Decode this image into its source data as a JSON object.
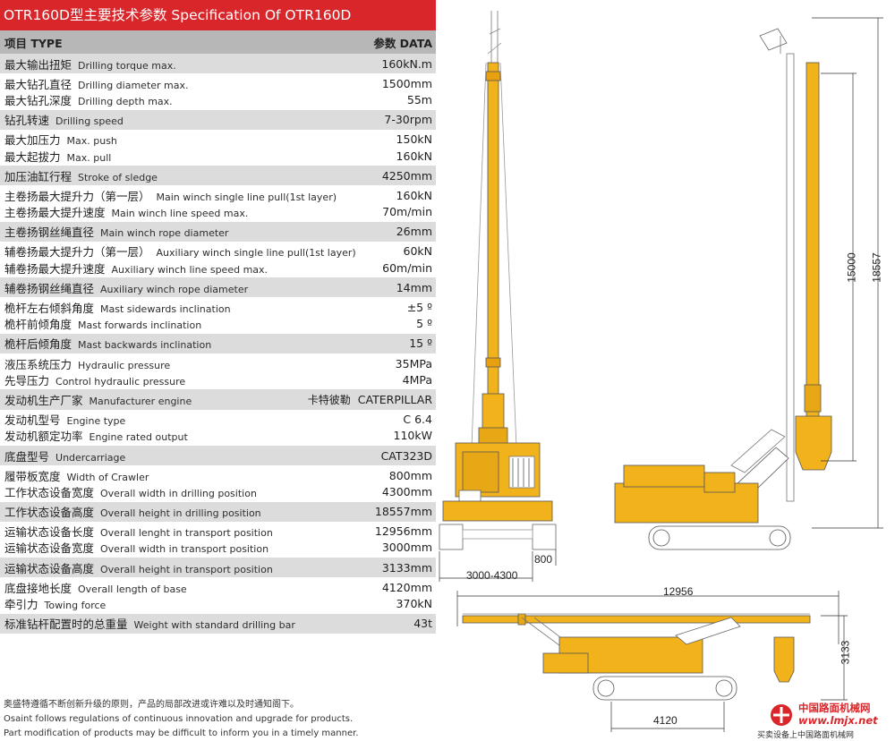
{
  "title": "OTR160D型主要技术参数  Specification Of OTR160D",
  "header": {
    "item": "项目 TYPE",
    "data": "参数 DATA"
  },
  "groups": [
    {
      "rows": [
        {
          "cn": "最大输出扭矩",
          "en": "Drilling torque max.",
          "value": "160kN.m"
        }
      ]
    },
    {
      "rows": [
        {
          "cn": "最大钻孔直径",
          "en": "Drilling diameter max.",
          "value": "1500mm"
        },
        {
          "cn": "最大钻孔深度",
          "en": "Drilling depth max.",
          "value": "55m"
        }
      ]
    },
    {
      "rows": [
        {
          "cn": "钻孔转速",
          "en": "Drilling speed",
          "value": "7-30rpm"
        }
      ]
    },
    {
      "rows": [
        {
          "cn": "最大加压力",
          "en": "Max. push",
          "value": "150kN"
        },
        {
          "cn": "最大起拔力",
          "en": "Max. pull",
          "value": "160kN"
        }
      ]
    },
    {
      "rows": [
        {
          "cn": "加压油缸行程",
          "en": "Stroke of sledge",
          "value": "4250mm"
        }
      ]
    },
    {
      "rows": [
        {
          "cn": "主卷扬最大提升力（第一层）",
          "en": "Main winch single line pull(1st  layer)",
          "value": "160kN"
        },
        {
          "cn": "主卷扬最大提升速度",
          "en": "Main winch line speed max.",
          "value": "70m/min"
        }
      ]
    },
    {
      "rows": [
        {
          "cn": "主卷扬钢丝绳直径",
          "en": "Main winch rope diameter",
          "value": "26mm"
        }
      ]
    },
    {
      "rows": [
        {
          "cn": "辅卷扬最大提升力（第一层）",
          "en": "Auxiliary winch single line pull(1st  layer)",
          "value": "60kN"
        },
        {
          "cn": "辅卷扬最大提升速度",
          "en": "Auxiliary winch line speed max.",
          "value": "60m/min"
        }
      ]
    },
    {
      "rows": [
        {
          "cn": "辅卷扬钢丝绳直径",
          "en": "Auxiliary winch rope diameter",
          "value": "14mm"
        }
      ]
    },
    {
      "rows": [
        {
          "cn": "桅杆左右倾斜角度",
          "en": "Mast sidewards inclination",
          "value": "±5 º"
        },
        {
          "cn": "桅杆前倾角度",
          "en": "Mast forwards inclination",
          "value": "5 º"
        }
      ]
    },
    {
      "rows": [
        {
          "cn": "桅杆后倾角度",
          "en": "Mast backwards inclination",
          "value": "15 º"
        }
      ]
    },
    {
      "rows": [
        {
          "cn": "液压系统压力",
          "en": "Hydraulic pressure",
          "value": "35MPa"
        },
        {
          "cn": "先导压力",
          "en": "Control hydraulic pressure",
          "value": "4MPa"
        }
      ]
    },
    {
      "rows": [
        {
          "cn": "发动机生产厂家",
          "en": "Manufacturer engine",
          "value_cn": "卡特彼勒",
          "value": "CATERPILLAR"
        }
      ]
    },
    {
      "rows": [
        {
          "cn": "发动机型号",
          "en": "Engine type",
          "value": "C 6.4"
        },
        {
          "cn": "发动机额定功率",
          "en": "Engine rated output",
          "value": "110kW"
        }
      ]
    },
    {
      "rows": [
        {
          "cn": "底盘型号",
          "en": "Undercarriage",
          "value": "CAT323D"
        }
      ]
    },
    {
      "rows": [
        {
          "cn": "履带板宽度",
          "en": "Width of Crawler",
          "value": "800mm"
        },
        {
          "cn": "工作状态设备宽度",
          "en": "Overall width in drilling position",
          "value": "4300mm"
        }
      ]
    },
    {
      "rows": [
        {
          "cn": "工作状态设备高度",
          "en": "Overall height in drilling position",
          "value": "18557mm"
        }
      ]
    },
    {
      "rows": [
        {
          "cn": "运输状态设备长度",
          "en": "Overall lenght in transport position",
          "value": "12956mm"
        },
        {
          "cn": "运输状态设备宽度",
          "en": "Overall width in transport position",
          "value": "3000mm"
        }
      ]
    },
    {
      "rows": [
        {
          "cn": "运输状态设备高度",
          "en": "Overall height in transport position",
          "value": "3133mm"
        }
      ]
    },
    {
      "rows": [
        {
          "cn": "底盘接地长度",
          "en": "Overall length of  base",
          "value": "4120mm"
        },
        {
          "cn": "牵引力",
          "en": "Towing force",
          "value": "370kN"
        }
      ]
    },
    {
      "rows": [
        {
          "cn": "标准钻杆配置时的总重量",
          "en": "Weight with standard drilling bar",
          "value": "43t"
        }
      ]
    }
  ],
  "footnote": {
    "cn": "奥盛特遵循不断创新升级的原则，产品的局部改进或许难以及时通知阁下。",
    "en1": "Osaint follows regulations of continuous innovation and upgrade for products.",
    "en2": "Part modification of products may be difficult to inform you in a timely manner."
  },
  "dimensions": {
    "working_height": "18557",
    "mast_height": "15000",
    "working_width": "3000-4300",
    "crawler_width": "800",
    "transport_length": "12956",
    "transport_height": "3133",
    "base_length": "4120"
  },
  "watermark": {
    "line1": "中国路面机械网",
    "line2": "www.lmjx.net",
    "line3": "买卖设备上中国路面机械网"
  },
  "colors": {
    "title_bg": "#d8262b",
    "header_bg": "#b7b7b7",
    "shade_bg": "#dcdcdc",
    "machine": "#f2b21b"
  }
}
